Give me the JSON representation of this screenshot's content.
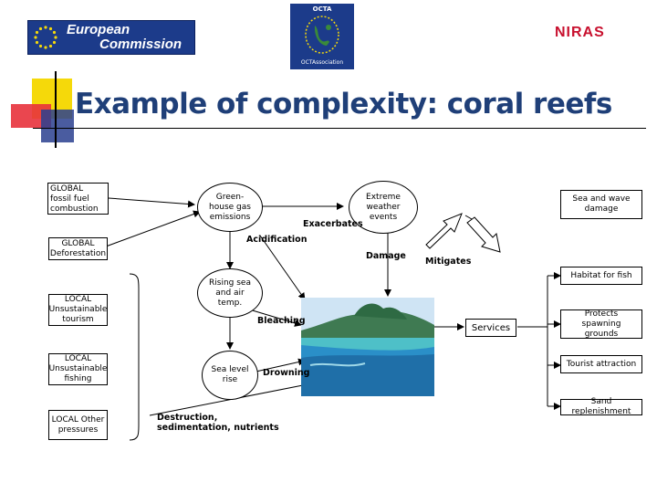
{
  "logos": {
    "ec": {
      "line1": "European",
      "line2": "Commission"
    },
    "octa": {
      "top": "OCTA",
      "bottom": "OCTAssociation"
    },
    "niras": "NIRAS"
  },
  "title": "Example of complexity: coral reefs",
  "drivers": [
    "GLOBAL fossil fuel combustion",
    "GLOBAL Deforestation",
    "LOCAL Unsustainable tourism",
    "LOCAL Unsustainable fishing",
    "LOCAL Other pressures"
  ],
  "nodes": {
    "greenhouse": "Green-house gas emissions",
    "extreme": "Extreme weather events",
    "rising": "Rising sea and air temp.",
    "sealevel": "Sea level rise"
  },
  "labels": {
    "exacerbates": "Exacerbates",
    "acidification": "Acidification",
    "damage": "Damage",
    "mitigates": "Mitigates",
    "bleaching": "Bleaching",
    "drowning": "Drowning",
    "destruction": "Destruction, sedimentation, nutrients",
    "services": "Services"
  },
  "services": [
    "Sea and wave damage",
    "Habitat for fish",
    "Protects spawning grounds",
    "Tourist attraction",
    "Sand replenishment"
  ],
  "colors": {
    "title": "#1f3f78",
    "ec_blue": "#1c3b8a",
    "niras_red": "#c8102e",
    "deco_yellow": "#f5d90a",
    "deco_red": "#e8323c",
    "deco_blue": "#2a3f8f"
  }
}
